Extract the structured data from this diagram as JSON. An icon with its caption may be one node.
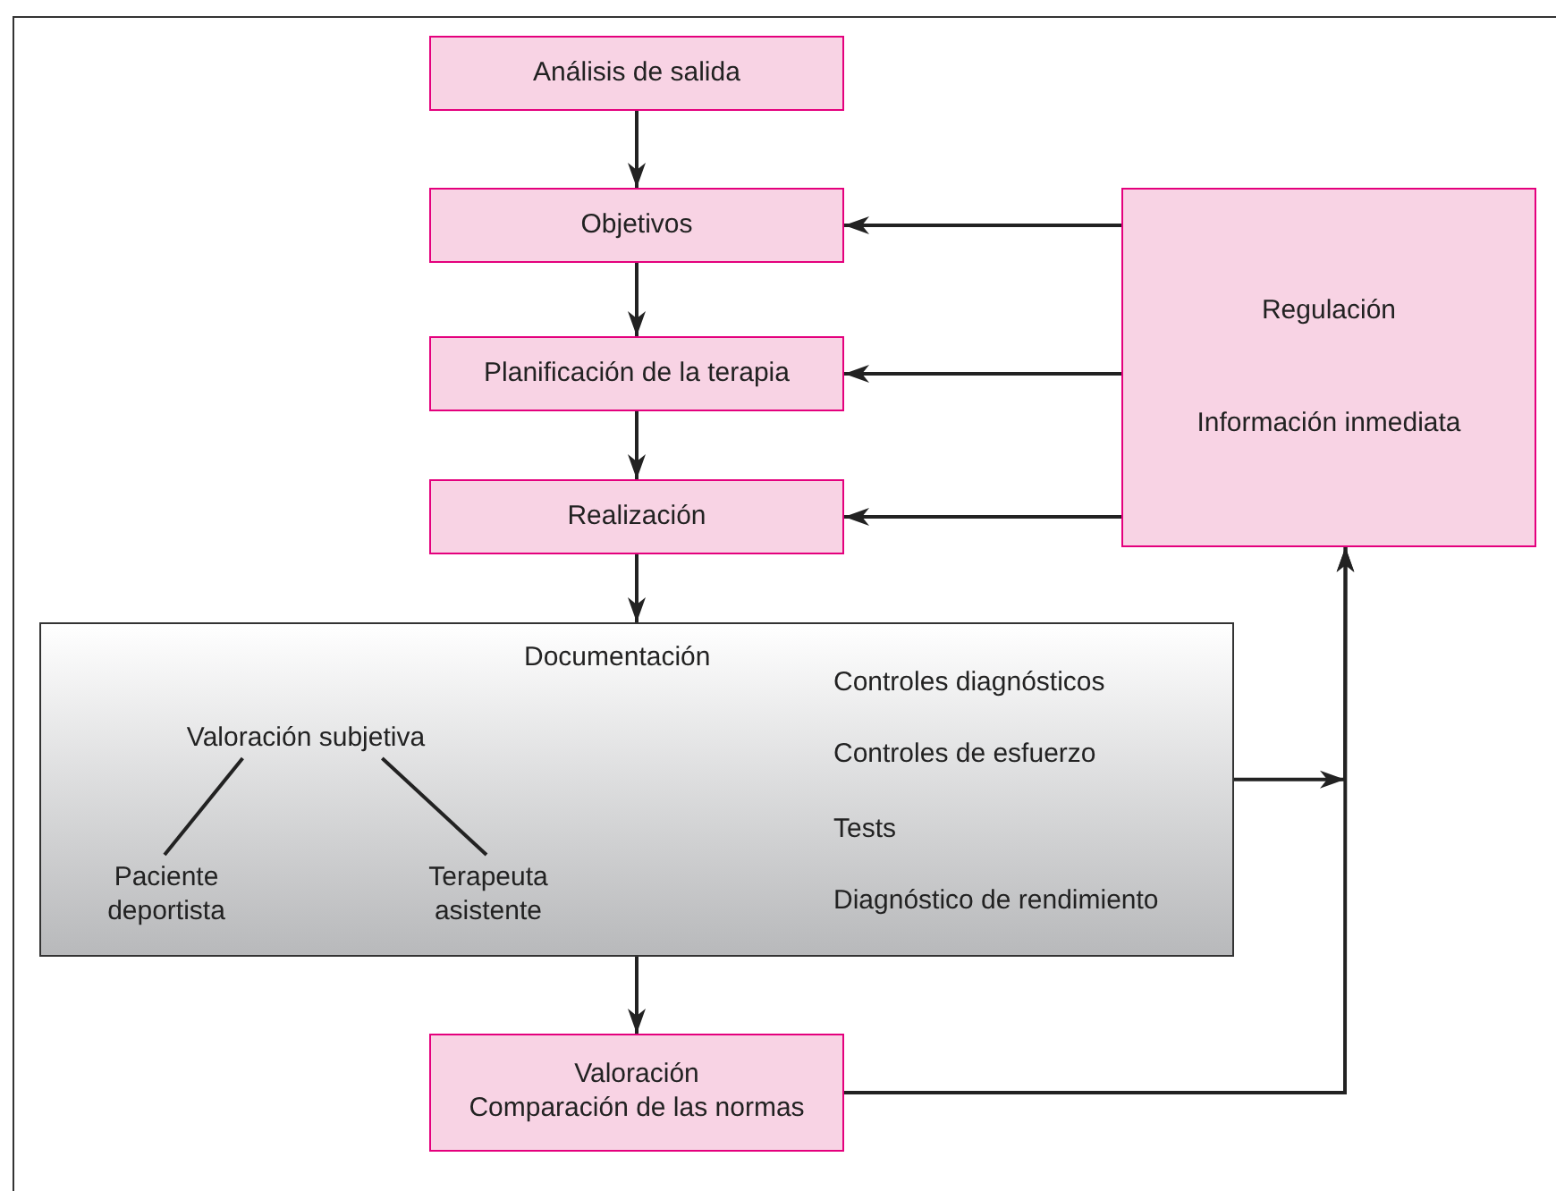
{
  "diagram": {
    "nodes": [
      {
        "text": [
          "Análisis de salida"
        ]
      },
      {
        "text": [
          "Objetivos"
        ]
      },
      {
        "text": [
          "Planificación de la terapia"
        ]
      },
      {
        "text": [
          "Realización"
        ]
      },
      {
        "text": [
          "Regulación",
          "Información inmediata"
        ]
      },
      {
        "text": [
          "Documentación",
          "Controles diagnósticos",
          "Controles de esfuerzo",
          "Tests",
          "Diagnóstico de rendimiento"
        ]
      },
      {
        "text": [
          "Valoración subjetiva"
        ],
        "in": 5
      },
      {
        "text": [
          "Paciente deportista"
        ],
        "in": 5
      },
      {
        "text": [
          "Terapeuta asistente"
        ],
        "in": 5
      },
      {
        "text": [
          "Valoración",
          "Comparación de las normas"
        ]
      }
    ],
    "edges": [
      {
        "from": 0,
        "to": 1,
        "arrow": "to"
      },
      {
        "from": 1,
        "to": 2,
        "arrow": "to"
      },
      {
        "from": 2,
        "to": 3,
        "arrow": "to"
      },
      {
        "from": 3,
        "to": 5,
        "arrow": "to"
      },
      {
        "from": 5,
        "to": 9,
        "arrow": "to"
      },
      {
        "from": 4,
        "to": 1,
        "arrow": "to"
      },
      {
        "from": 4,
        "to": 2,
        "arrow": "to"
      },
      {
        "from": 4,
        "to": 3,
        "arrow": "to"
      },
      {
        "from": 5,
        "to": 4,
        "arrow": "to"
      },
      {
        "from": 9,
        "to": 4,
        "arrow": "to"
      },
      {
        "from": 6,
        "to": 7,
        "arrow": "none"
      },
      {
        "from": 6,
        "to": 8,
        "arrow": "none"
      }
    ]
  }
}
